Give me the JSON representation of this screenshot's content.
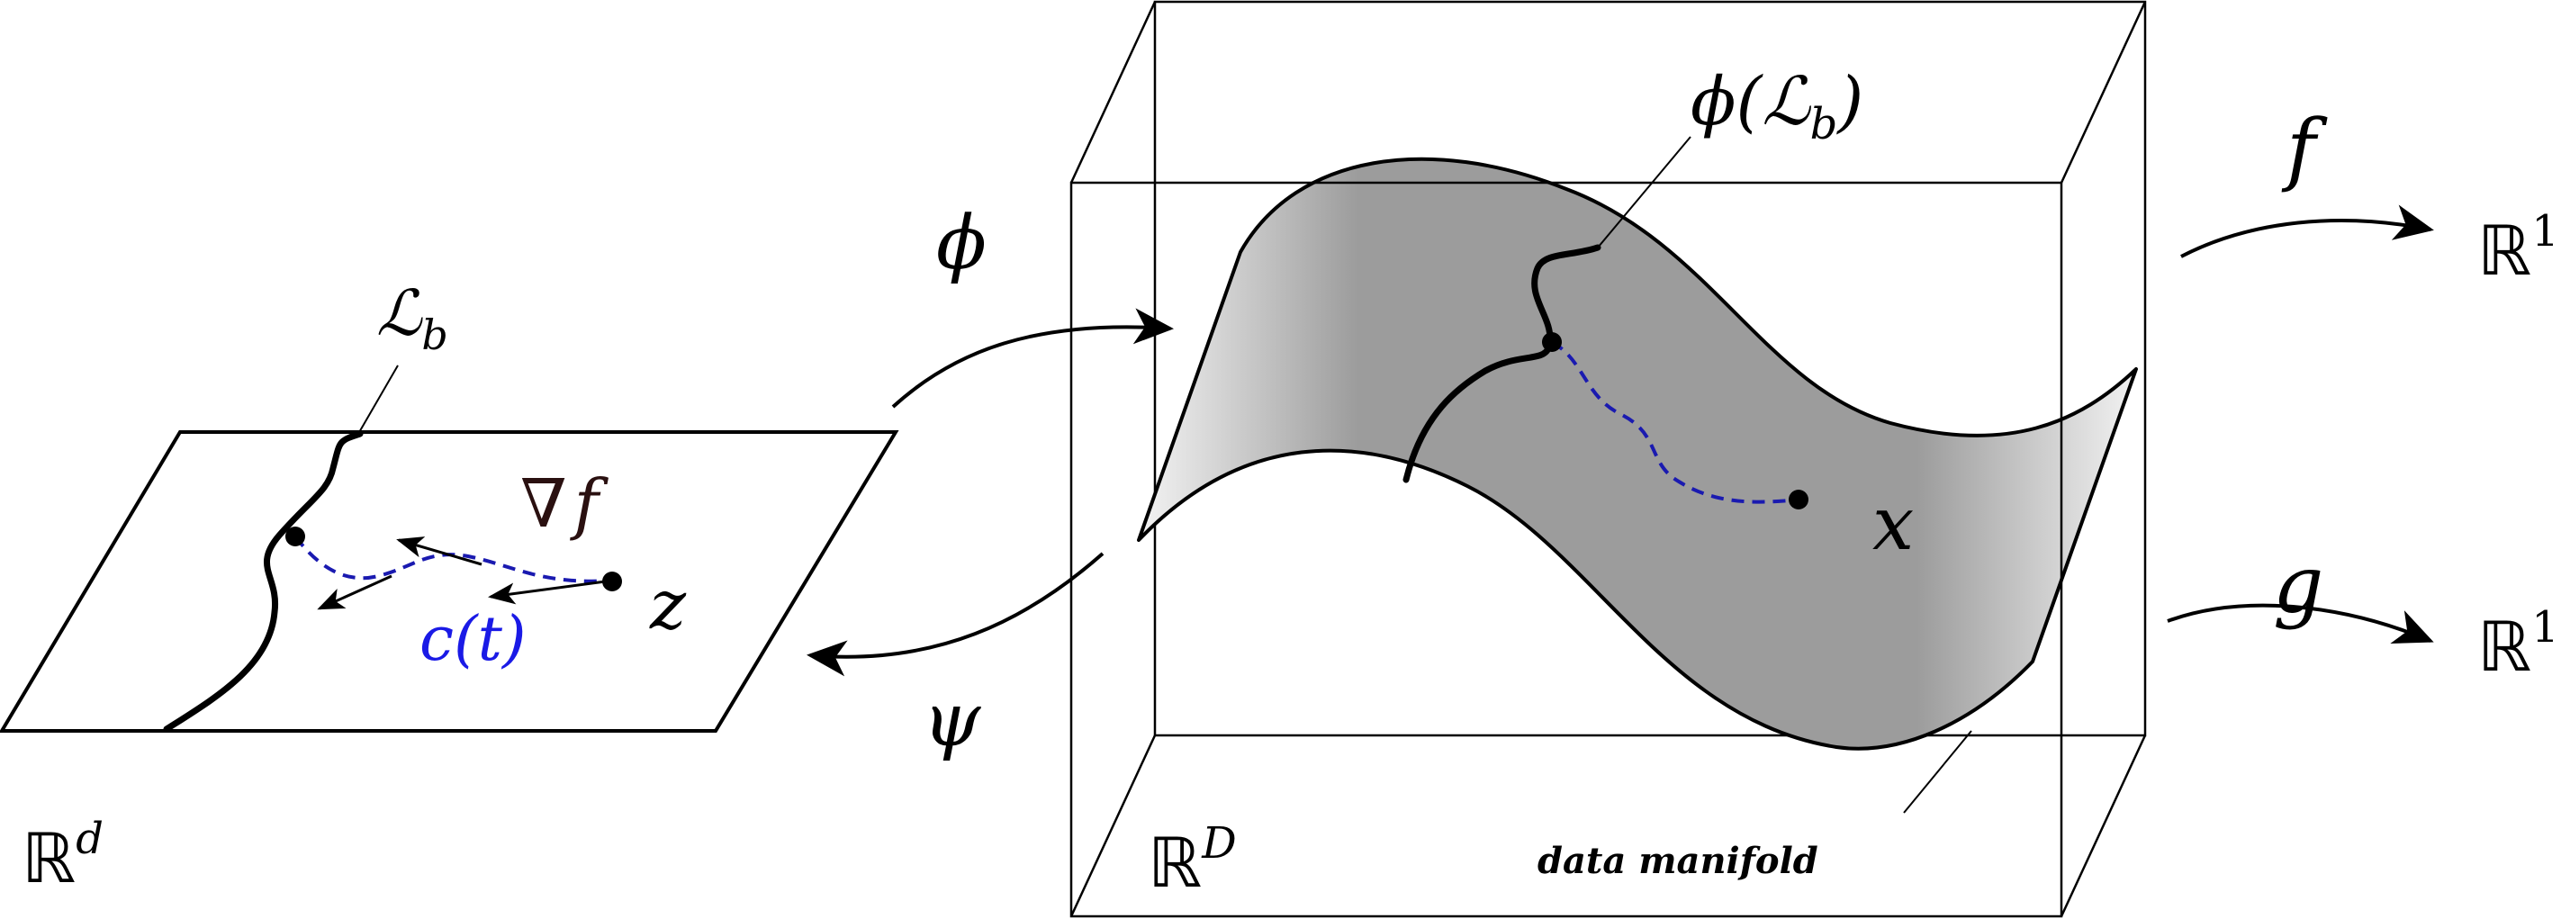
{
  "left_space": {
    "label": "ℝ",
    "label_sup": "d",
    "level_set_label": "ℒ",
    "level_set_sub": "b",
    "gradient_label": "∇",
    "gradient_var": "f",
    "curve_label": "c(t)",
    "point_label": "z"
  },
  "maps": {
    "phi": "ϕ",
    "psi": "ψ",
    "f": "f",
    "g": "g"
  },
  "ambient_space": {
    "label": "ℝ",
    "label_sup": "D",
    "image_label_prefix": "ϕ(",
    "image_label_calL": "ℒ",
    "image_label_sub": "b",
    "image_label_suffix": ")",
    "point_label": "x",
    "manifold_label": "data manifold"
  },
  "targets": {
    "f_target": "ℝ",
    "f_target_sup": "1",
    "g_target": "ℝ",
    "g_target_sup": "1"
  },
  "colors": {
    "ink": "#000000",
    "curve_blue": "#1a1ab0",
    "label_blue": "#1a1ae6",
    "surface_mid": "#9c9c9c",
    "surface_light": "#f2f2f2"
  }
}
